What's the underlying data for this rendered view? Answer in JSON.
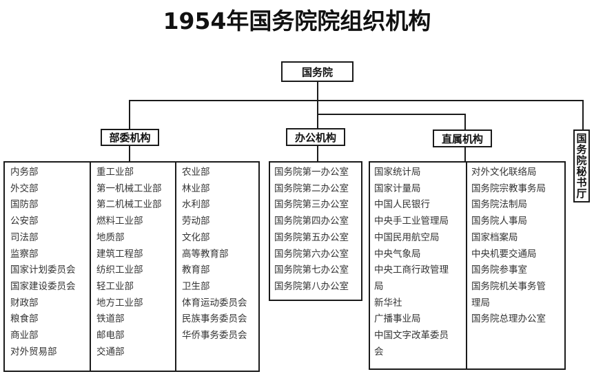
{
  "title": "1954年国务院院组织机构",
  "root": {
    "label": "国务院"
  },
  "branches": {
    "ministries": {
      "label": "部委机构",
      "columns": [
        [
          "内务部",
          "外交部",
          "国防部",
          "公安部",
          "司法部",
          "监察部",
          "国家计划委员会",
          "国家建设委员会",
          "财政部",
          "粮食部",
          "商业部",
          "对外贸易部"
        ],
        [
          "重工业部",
          "第一机械工业部",
          "第二机械工业部",
          "燃料工业部",
          "地质部",
          "建筑工程部",
          "纺织工业部",
          "轻工业部",
          "地方工业部",
          "铁道部",
          "邮电部",
          "交通部"
        ],
        [
          "农业部",
          "林业部",
          "水利部",
          "劳动部",
          "文化部",
          "高等教育部",
          "教育部",
          "卫生部",
          "体育运动委员会",
          "民族事务委员会",
          "华侨事务委员会"
        ]
      ]
    },
    "offices": {
      "label": "办公机构",
      "columns": [
        [
          "国务院第一办公室",
          "国务院第二办公室",
          "国务院第三办公室",
          "国务院第四办公室",
          "国务院第五办公室",
          "国务院第六办公室",
          "国务院第七办公室",
          "国务院第八办公室"
        ]
      ]
    },
    "direct": {
      "label": "直属机构",
      "columns": [
        [
          "国家统计局",
          "国家计量局",
          "中国人民银行",
          "中央手工业管理局",
          "中国民用航空局",
          "中央气象局",
          "中央工商行政管理",
          "局",
          "新华社",
          "广播事业局",
          "中国文字改革委员",
          "会"
        ],
        [
          "对外文化联络局",
          "国务院宗教事务局",
          "国务院法制局",
          "国务院人事局",
          "国家档案局",
          "中央机要交通局",
          "国务院参事室",
          "国务院机关事务管",
          "理局",
          "国务院总理办公室"
        ]
      ]
    },
    "secretariat": {
      "label": "国务院秘书厅"
    }
  }
}
